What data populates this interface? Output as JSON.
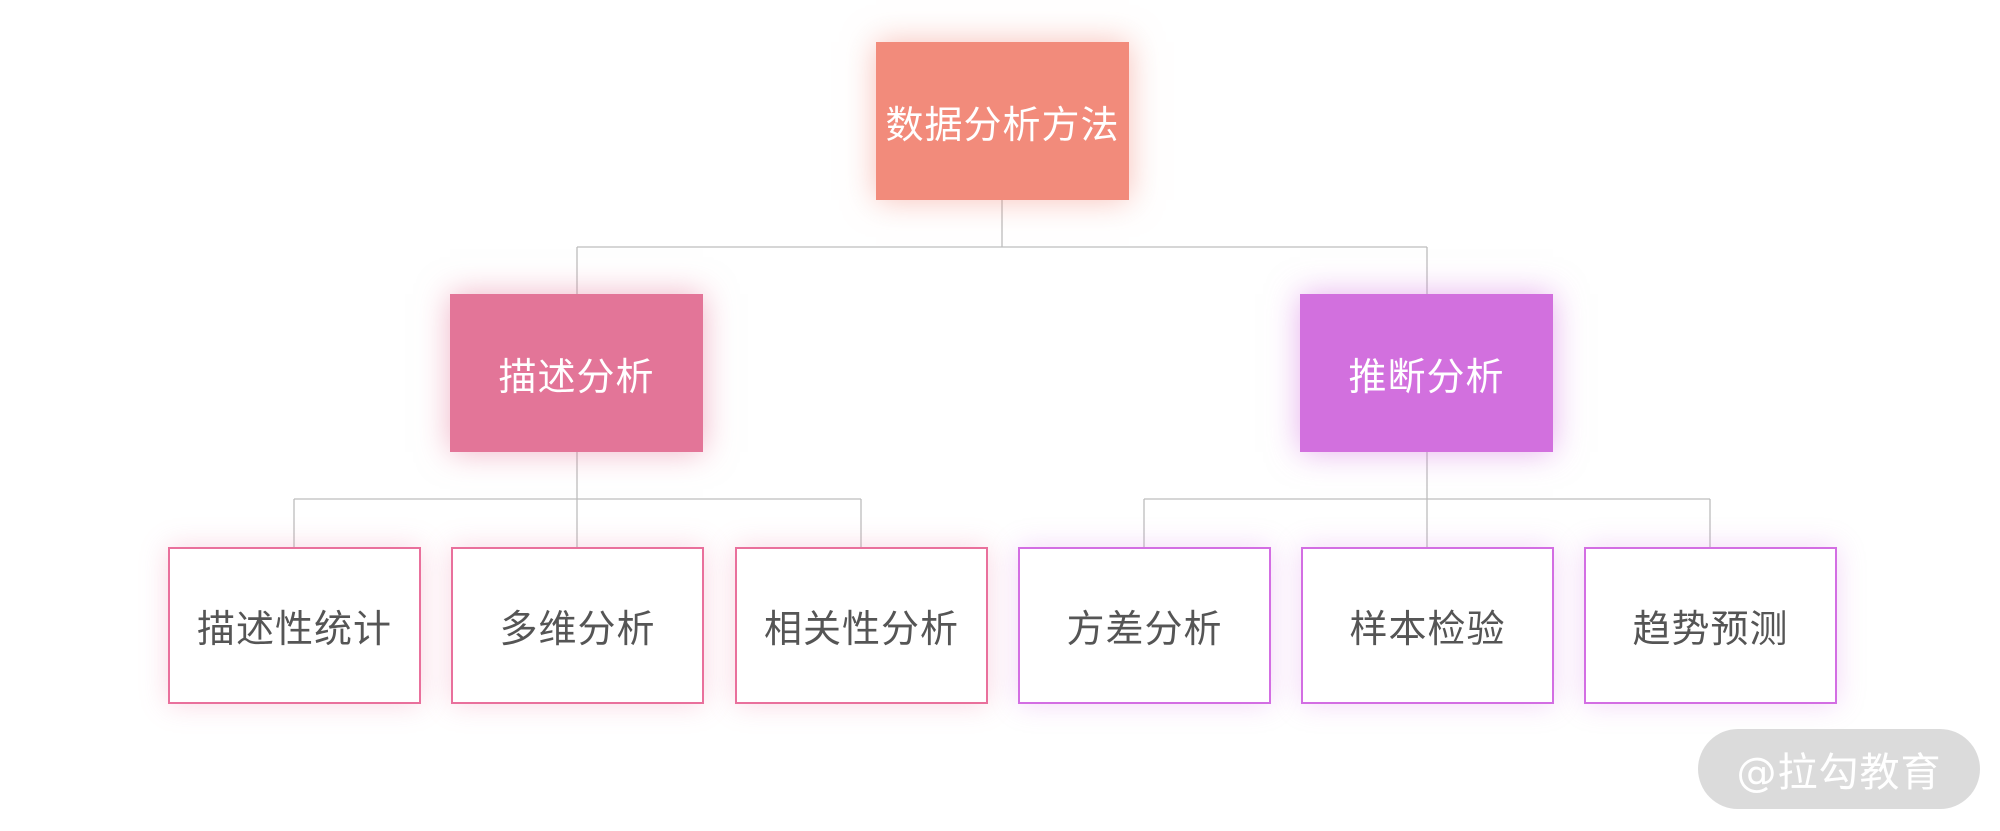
{
  "diagram": {
    "root": {
      "label": "数据分析方法"
    },
    "branches": [
      {
        "label": "描述分析",
        "color": "#e37598",
        "children": [
          "描述性统计",
          "多维分析",
          "相关性分析"
        ]
      },
      {
        "label": "推断分析",
        "color": "#d270de",
        "children": [
          "方差分析",
          "样本检验",
          "趋势预测"
        ]
      }
    ],
    "root_color": "#f28b7b",
    "connector_color": "#bdbdbd"
  },
  "watermark": {
    "text": "@拉勾教育"
  }
}
